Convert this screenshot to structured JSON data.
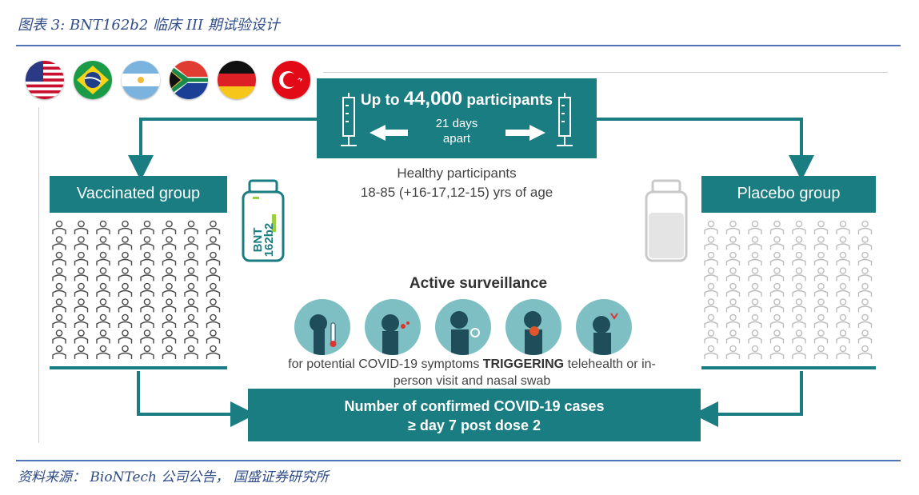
{
  "caption": "图表 3:  BNT162b2 临床 III 期试验设计",
  "source": "资料来源： BioNTech 公司公告， 国盛证券研究所",
  "flags": [
    "usa-flag-icon",
    "brazil-flag-icon",
    "argentina-flag-icon",
    "south-africa-flag-icon",
    "germany-flag-icon",
    "turkey-flag-icon"
  ],
  "top_box": {
    "prefix": "Up to ",
    "number": "44,000",
    "suffix": " participants",
    "interval_line1": "21 days",
    "interval_line2": "apart"
  },
  "healthy": {
    "line1": "Healthy participants",
    "line2": "18-85 (+16-17,12-15) yrs of age"
  },
  "vaccinated_group": "Vaccinated group",
  "placebo_group": "Placebo group",
  "vial_label": "BNT 162b2",
  "surveillance": {
    "title": "Active surveillance",
    "icons": [
      "fever-thermometer-icon",
      "cough-icon",
      "sore-throat-icon",
      "throat-pain-icon",
      "headache-icon"
    ],
    "text_pre": "for potential COVID-19 symptoms ",
    "text_bold": "TRIGGERING",
    "text_post_line1": " telehealth or in-",
    "text_line2": "person visit and nasal swab"
  },
  "result_box": {
    "line1": "Number of confirmed COVID-19 cases",
    "line2": "≥ day 7 post dose 2"
  },
  "colors": {
    "teal": "#1a7d81",
    "icon_bg": "#7dbfc3",
    "people_dark": "#4a4a4a",
    "people_light": "#bdbdbd",
    "caption_blue": "#2f4c88"
  }
}
